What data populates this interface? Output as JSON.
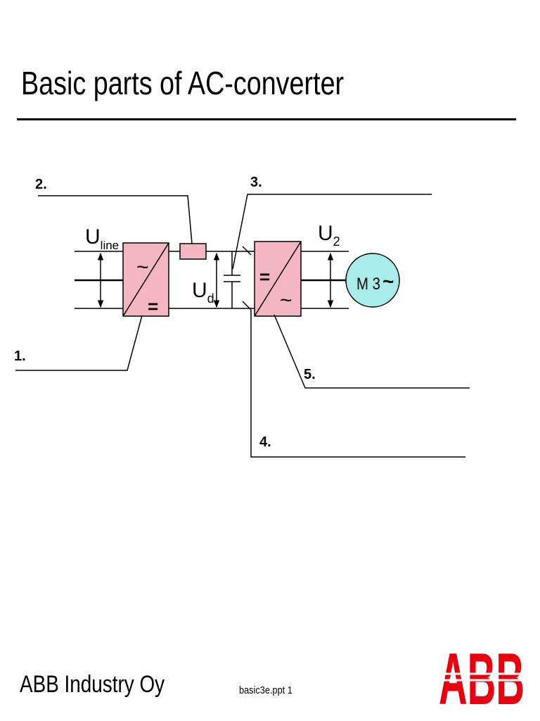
{
  "slide": {
    "title": "Basic parts of AC-converter",
    "company": "ABB Industry Oy",
    "file_label": "basic3e.ppt 1",
    "logo_text": "ABB"
  },
  "diagram": {
    "callouts": [
      "1.",
      "2.",
      "3.",
      "4.",
      "5."
    ],
    "u_line_main": "U",
    "u_line_sub": "line",
    "u_d_main": "U",
    "u_d_sub": "d",
    "u2_main": "U",
    "u2_sub": "2",
    "rectifier_top_symbol": "~",
    "rectifier_bottom_symbol": "=",
    "inverter_top_symbol": "=",
    "inverter_bottom_symbol": "~",
    "motor_label": "M 3",
    "motor_symbol": "~"
  },
  "colors": {
    "converter_fill": "#f4b6c4",
    "motor_fill": "#a8ecec",
    "logo_red": "#e8000f"
  }
}
